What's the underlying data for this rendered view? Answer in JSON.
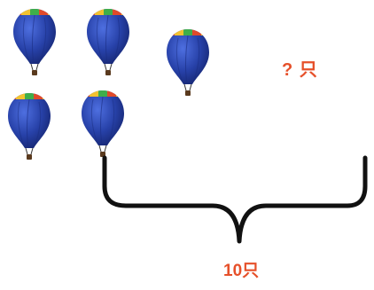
{
  "labels": {
    "unknown": "? 只",
    "total": "10只"
  },
  "balloon_count": 5,
  "colors": {
    "balloon": "#2741a8",
    "brace": "#111111",
    "label": "#e6502a"
  }
}
